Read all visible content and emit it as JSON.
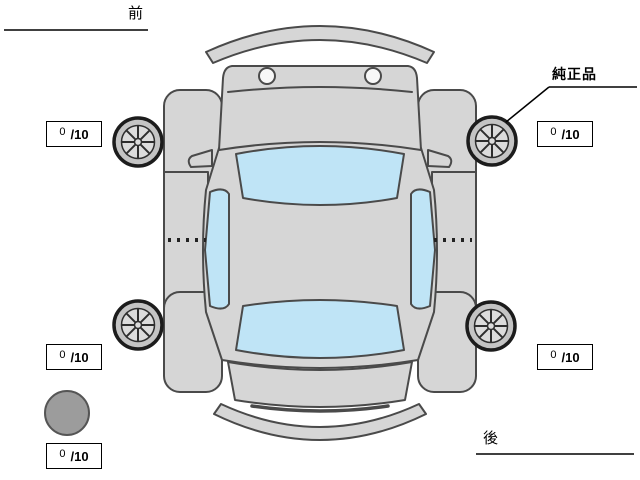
{
  "labels": {
    "front": {
      "text": "前"
    },
    "rear": {
      "text": "後"
    },
    "genuine_part": {
      "text": "純正品"
    }
  },
  "tire_scores": {
    "front_left": {
      "value": "0",
      "max": "/10"
    },
    "front_right": {
      "value": "0",
      "max": "/10"
    },
    "rear_left": {
      "value": "0",
      "max": "/10"
    },
    "rear_right": {
      "value": "0",
      "max": "/10"
    },
    "spare": {
      "value": "0",
      "max": "/10"
    }
  },
  "icons": {
    "spare_tire": "spare-tire-circle",
    "wheels": [
      "wheel-front-left",
      "wheel-front-right",
      "wheel-rear-left",
      "wheel-rear-right"
    ]
  },
  "colors": {
    "car_body": "#d6d6d6",
    "glass": "#bfe4f6",
    "outline": "#4a4a4a",
    "spare_tire": "#9c9c9c",
    "line": "#000000",
    "background": "#ffffff"
  }
}
